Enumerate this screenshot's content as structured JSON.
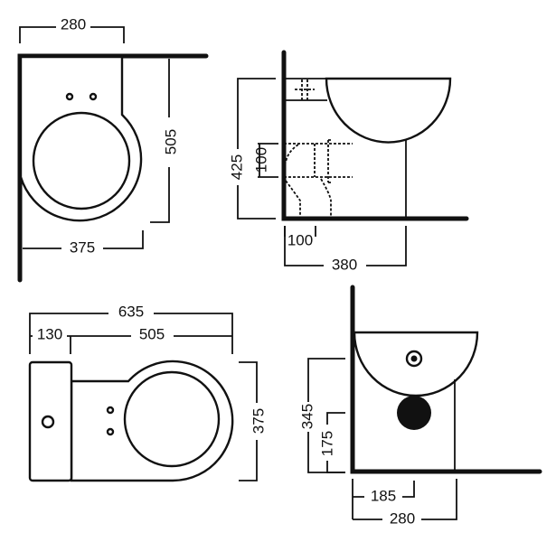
{
  "views": {
    "plan_wall_hung": {
      "width": "280",
      "depth": "505",
      "overall_width": "375"
    },
    "side_wall_hung": {
      "height": "425",
      "outlet_height": "100",
      "outlet_offset": "100",
      "depth": "380"
    },
    "plan_close_coupled": {
      "overall_length": "635",
      "cistern": "130",
      "pan": "505",
      "width": "375"
    },
    "side_bidet": {
      "height": "345",
      "outlet_height": "175",
      "outlet_offset": "185",
      "depth": "280"
    }
  },
  "colors": {
    "line": "#111111",
    "background": "#ffffff"
  }
}
